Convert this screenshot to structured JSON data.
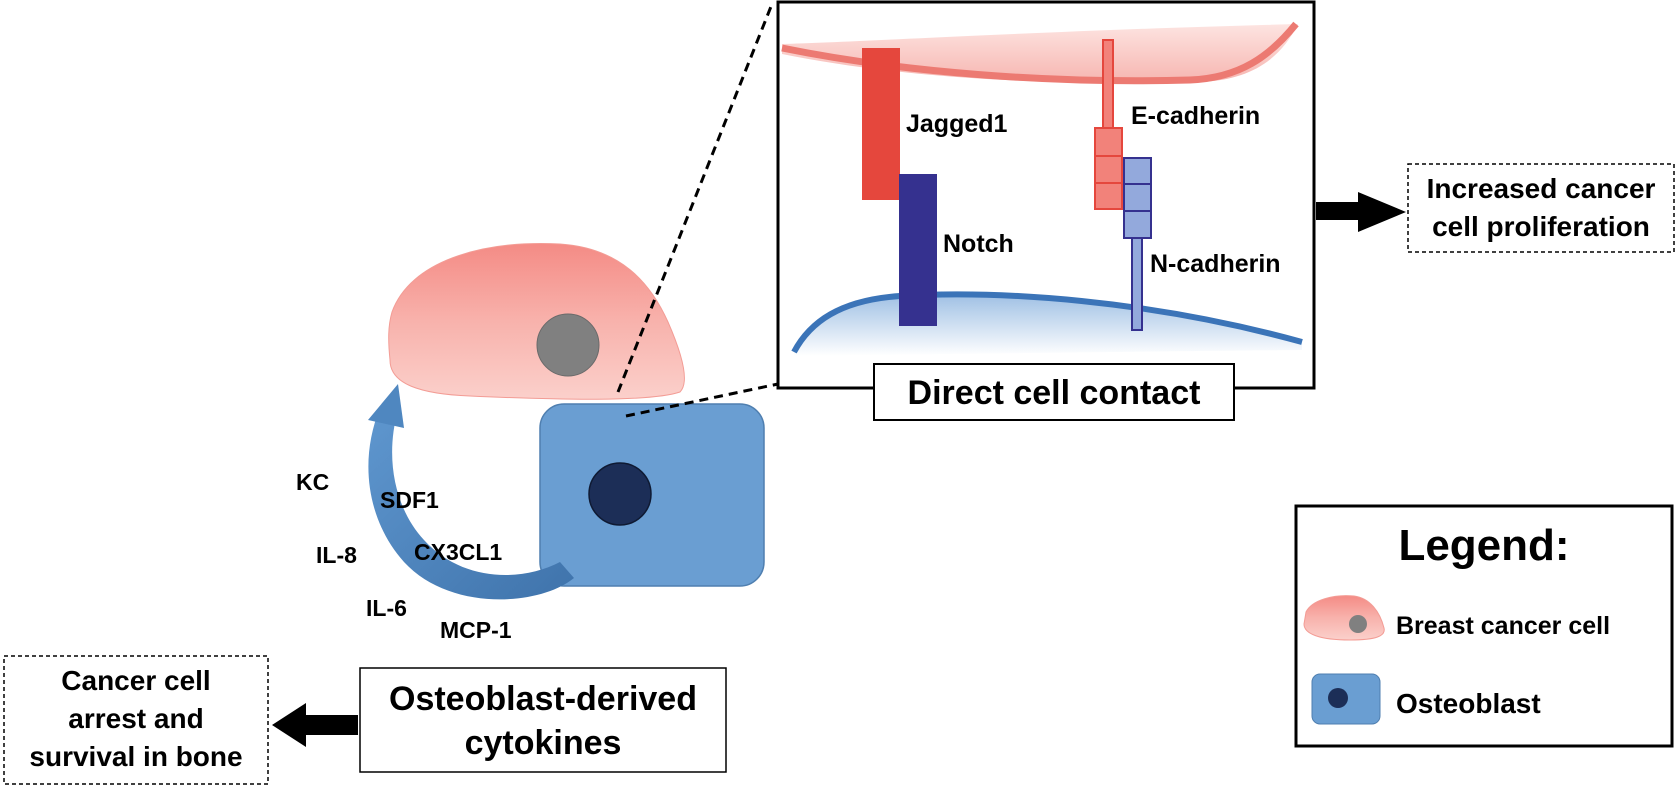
{
  "inset": {
    "jagged1": "Jagged1",
    "notch": "Notch",
    "ecadherin": "E-cadherin",
    "ncadherin": "N-cadherin",
    "caption": "Direct cell contact"
  },
  "outcomes": {
    "proliferation_line1": "Increased cancer",
    "proliferation_line2": "cell proliferation",
    "arrest_line1": "Cancer cell",
    "arrest_line2": "arrest and",
    "arrest_line3": "survival in bone"
  },
  "cytokines": {
    "kc": "KC",
    "il8": "IL-8",
    "il6": "IL-6",
    "sdf1": "SDF1",
    "cx3cl1": "CX3CL1",
    "mcp1": "MCP-1",
    "box_line1": "Osteoblast-derived",
    "box_line2": "cytokines"
  },
  "legend": {
    "title": "Legend:",
    "cancer_cell": "Breast cancer cell",
    "osteoblast": "Osteoblast"
  },
  "colors": {
    "cancer_cell": "#f5a7a1",
    "jagged1": "#e5473d",
    "notch": "#35318f",
    "osteoblast": "#6a9ed2",
    "osteoblast_nucleus": "#1c2e57",
    "arrow_blue": "#4f87c0"
  }
}
